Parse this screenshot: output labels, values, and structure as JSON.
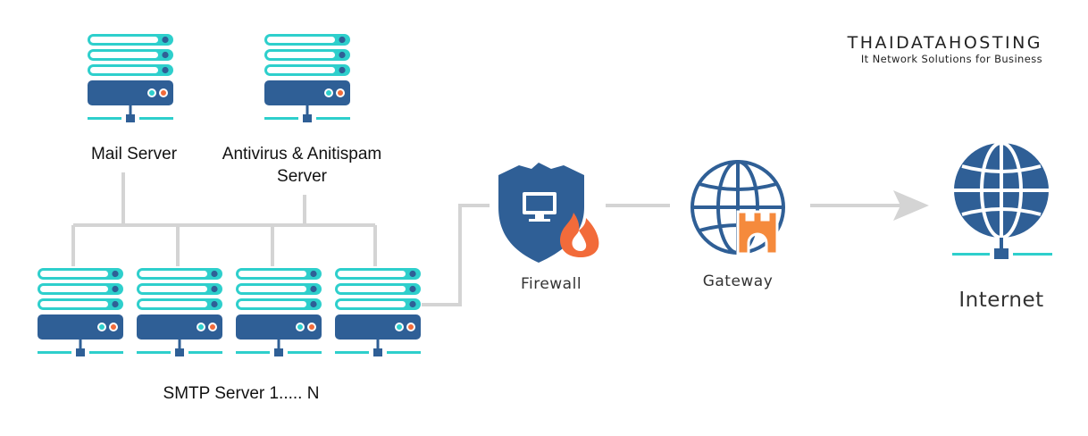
{
  "logo": {
    "title": "THAIDATAHOSTING",
    "subtitle": "It Network Solutions for Business"
  },
  "labels": {
    "mail_server": "Mail Server",
    "antivirus_line1": "Antivirus & Anitispam",
    "antivirus_line2": "Server",
    "smtp": "SMTP Server 1..... N",
    "firewall": "Firewall",
    "gateway": "Gateway",
    "internet": "Internet"
  },
  "colors": {
    "server_light": "#2ecfcc",
    "server_dark": "#2f5f96",
    "connector": "#d4d4d4",
    "led_teal": "#2ecfcc",
    "led_orange": "#f26b3a",
    "flame": "#f26b3a",
    "castle": "#f58a3c"
  },
  "icons": {
    "server": "server-icon",
    "firewall": "shield-firewall-icon",
    "gateway": "globe-gateway-icon",
    "internet": "globe-network-icon",
    "arrow": "arrow-right-icon"
  }
}
